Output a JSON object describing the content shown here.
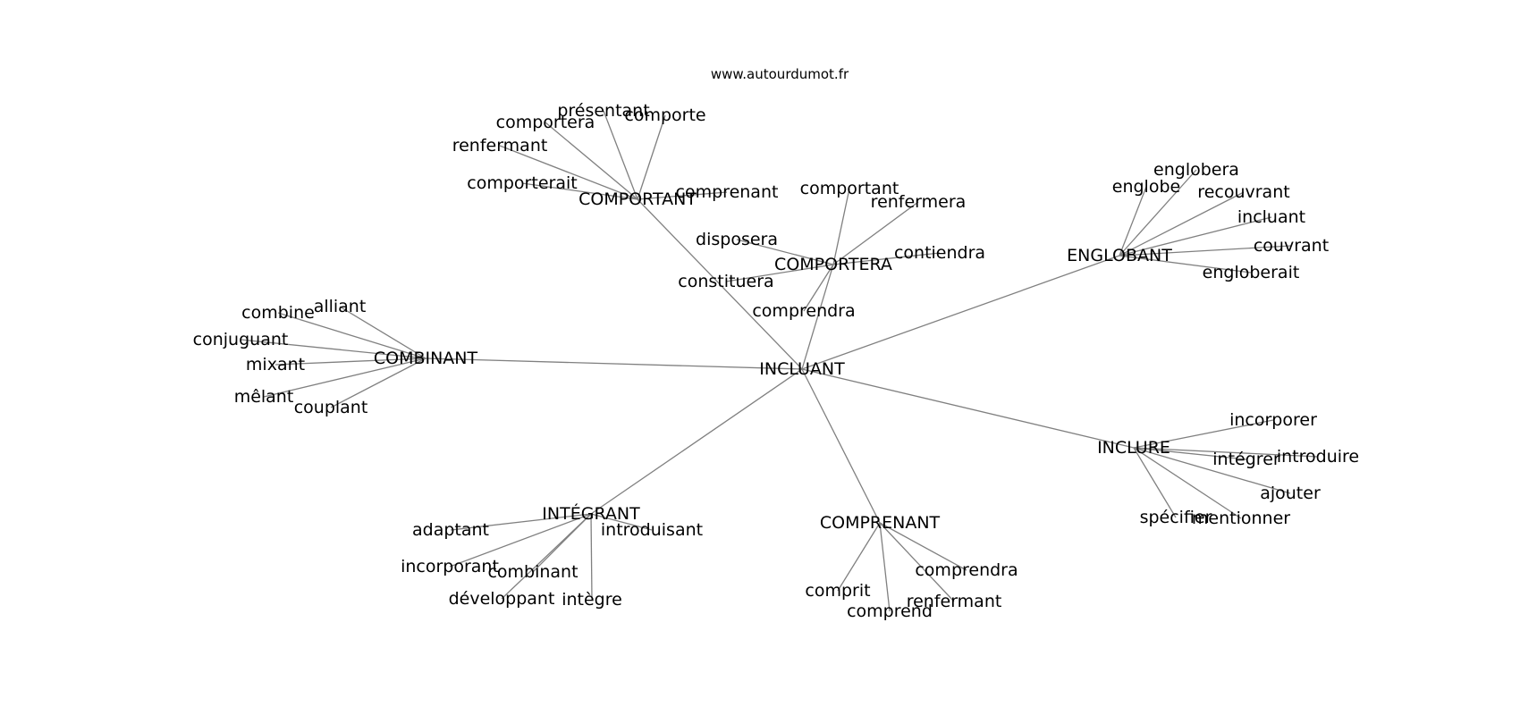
{
  "source": "www.autourdumot.fr",
  "center": "INCLUANT",
  "edge_color": "#808080",
  "hubs": [
    {
      "id": "COMPORTANT",
      "label": "COMPORTANT",
      "children": [
        "présentant",
        "comportera",
        "comporte",
        "renfermant",
        "comporterait",
        "comprenant"
      ]
    },
    {
      "id": "COMPORTERA",
      "label": "COMPORTERA",
      "children": [
        "comportant",
        "renfermera",
        "disposera",
        "contiendra",
        "constituera",
        "comprendra"
      ]
    },
    {
      "id": "ENGLOBANT",
      "label": "ENGLOBANT",
      "children": [
        "englobera",
        "englobe",
        "recouvrant",
        "incluant",
        "couvrant",
        "engloberait"
      ]
    },
    {
      "id": "COMBINANT",
      "label": "COMBINANT",
      "children": [
        "alliant",
        "combine",
        "conjuguant",
        "mixant",
        "mêlant",
        "couplant"
      ]
    },
    {
      "id": "INCLURE",
      "label": "INCLURE",
      "children": [
        "incorporer",
        "intégrer",
        "introduire",
        "ajouter",
        "spécifier",
        "mentionner"
      ]
    },
    {
      "id": "INTEGRANT",
      "label": "INTÉGRANT",
      "children": [
        "adaptant",
        "introduisant",
        "incorporant",
        "combinant",
        "développant",
        "intègre"
      ]
    },
    {
      "id": "COMPRENANT",
      "label": "COMPRENANT",
      "children": [
        "comprendra",
        "comprit",
        "renfermant",
        "comprend"
      ]
    }
  ]
}
